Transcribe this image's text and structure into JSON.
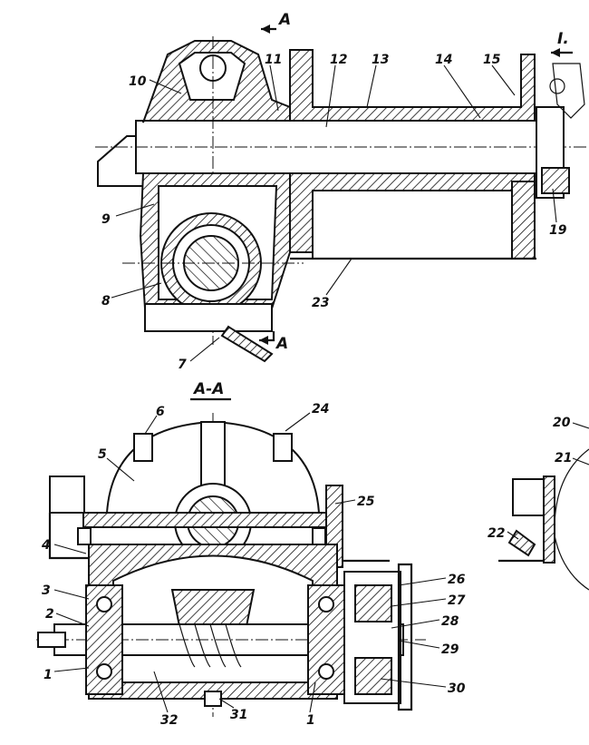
{
  "view_marks": {
    "section_arrow_top": "A",
    "section_arrow_bottom": "A",
    "section_title": "A-A",
    "view_top_right": "I."
  },
  "callouts": {
    "c1": "1",
    "c1b": "1",
    "c2": "2",
    "c3": "3",
    "c4": "4",
    "c5": "5",
    "c6": "6",
    "c7": "7",
    "c8": "8",
    "c9": "9",
    "c10": "10",
    "c11": "11",
    "c12": "12",
    "c13": "13",
    "c14": "14",
    "c15": "15",
    "c19": "19",
    "c20": "20",
    "c21": "21",
    "c22": "22",
    "c23": "23",
    "c24": "24",
    "c25": "25",
    "c26": "26",
    "c27": "27",
    "c28": "28",
    "c29": "29",
    "c30": "30",
    "c31": "31",
    "c32": "32"
  }
}
